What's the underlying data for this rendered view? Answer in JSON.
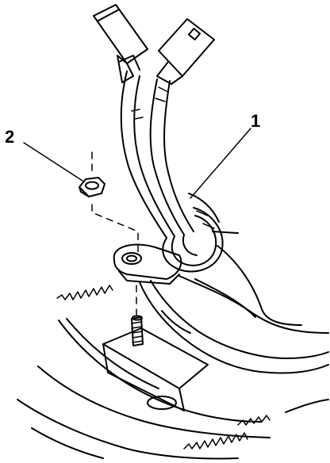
{
  "callouts": [
    {
      "id": "1",
      "label": "1",
      "part": "seat-belt-buckle-assembly"
    },
    {
      "id": "2",
      "label": "2",
      "part": "nut"
    }
  ],
  "colors": {
    "ink": "#000000",
    "paper": "#ffffff"
  }
}
